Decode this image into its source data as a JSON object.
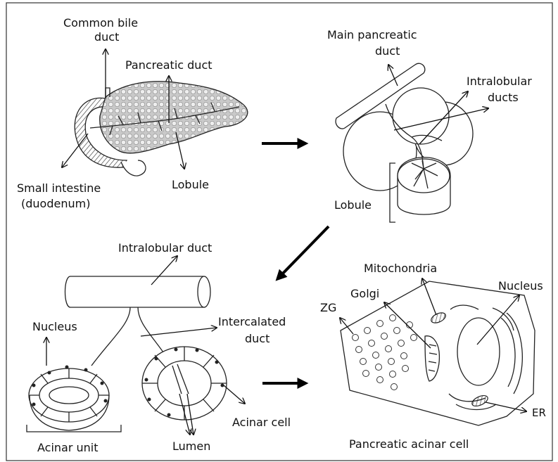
{
  "panel1": {
    "common_bile_duct_1": "Common bile",
    "common_bile_duct_2": "duct",
    "pancreatic_duct": "Pancreatic duct",
    "small_intestine_1": "Small intestine",
    "small_intestine_2": "(duodenum)",
    "lobule": "Lobule"
  },
  "panel2": {
    "main_pancreatic_duct_1": "Main pancreatic",
    "main_pancreatic_duct_2": "duct",
    "intralobular_ducts_1": "Intralobular",
    "intralobular_ducts_2": "ducts",
    "lobule": "Lobule"
  },
  "panel3": {
    "intralobular_duct": "Intralobular duct",
    "intercalated_duct_1": "Intercalated",
    "intercalated_duct_2": "duct",
    "nucleus": "Nucleus",
    "acinar_cell": "Acinar cell",
    "acinar_unit": "Acinar unit",
    "lumen": "Lumen"
  },
  "panel4": {
    "mitochondria": "Mitochondria",
    "golgi": "Golgi",
    "nucleus": "Nucleus",
    "zg": "ZG",
    "er": "ER",
    "caption": "Pancreatic acinar cell"
  }
}
